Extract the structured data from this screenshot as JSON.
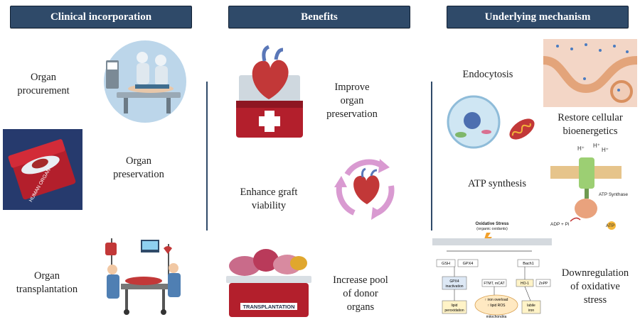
{
  "headers": {
    "clinical": "Clinical incorporation",
    "benefits": "Benefits",
    "mechanism": "Underlying mechanism"
  },
  "clinical": {
    "procurement": [
      "Organ",
      "procurement"
    ],
    "preservation": [
      "Organ",
      "preservation"
    ],
    "transplantation": [
      "Organ",
      "transplantation"
    ]
  },
  "benefits": {
    "improve": [
      "Improve",
      "organ",
      "preservation"
    ],
    "enhance": [
      "Enhance graft",
      "viability"
    ],
    "increase": [
      "Increase pool",
      "of donor",
      "organs"
    ],
    "box_labels": {
      "human_organ": "HUMAN ORGAN",
      "transplantation": "TRANSPLANTATION"
    }
  },
  "mechanism": {
    "endocytosis": "Endocytosis",
    "restore": [
      "Restore cellular",
      "bioenergetics"
    ],
    "atp_synthesis": "ATP synthesis",
    "downregulation": [
      "Downregulation",
      "of oxidative",
      "stress"
    ],
    "atp_synthase_diagram": {
      "h_plus": "H⁺",
      "enzyme": "ATP Synthase",
      "adp": "ADP + Pi",
      "atp": "ATP"
    },
    "oxidative_diagram": {
      "title": "Oxidative Stress",
      "subtitle": "(organic oxidants)",
      "gsh": "GSH",
      "gpx4": "GPX4",
      "bach1": "Bach1",
      "gpx4_inactivation": [
        "GPX4",
        "inactivation"
      ],
      "ftmt": "FTMT, mCAT",
      "ho1": "HO-1",
      "znpp": "ZnPP",
      "iron_overload": "↑ iron overload",
      "lipid_ros": "↑ lipid ROS",
      "lipid_peroxidation": [
        "lipid",
        "peroxidation"
      ],
      "mitochondria": "mitochondria",
      "labile_iron": [
        "labile",
        "iron"
      ]
    }
  },
  "colors": {
    "header_bg": "#2f4a69",
    "divider": "#2f4a69",
    "cooler_red": "#b31f2c",
    "heart": "#c23838",
    "cycle_arrows": "#d99ad1"
  }
}
